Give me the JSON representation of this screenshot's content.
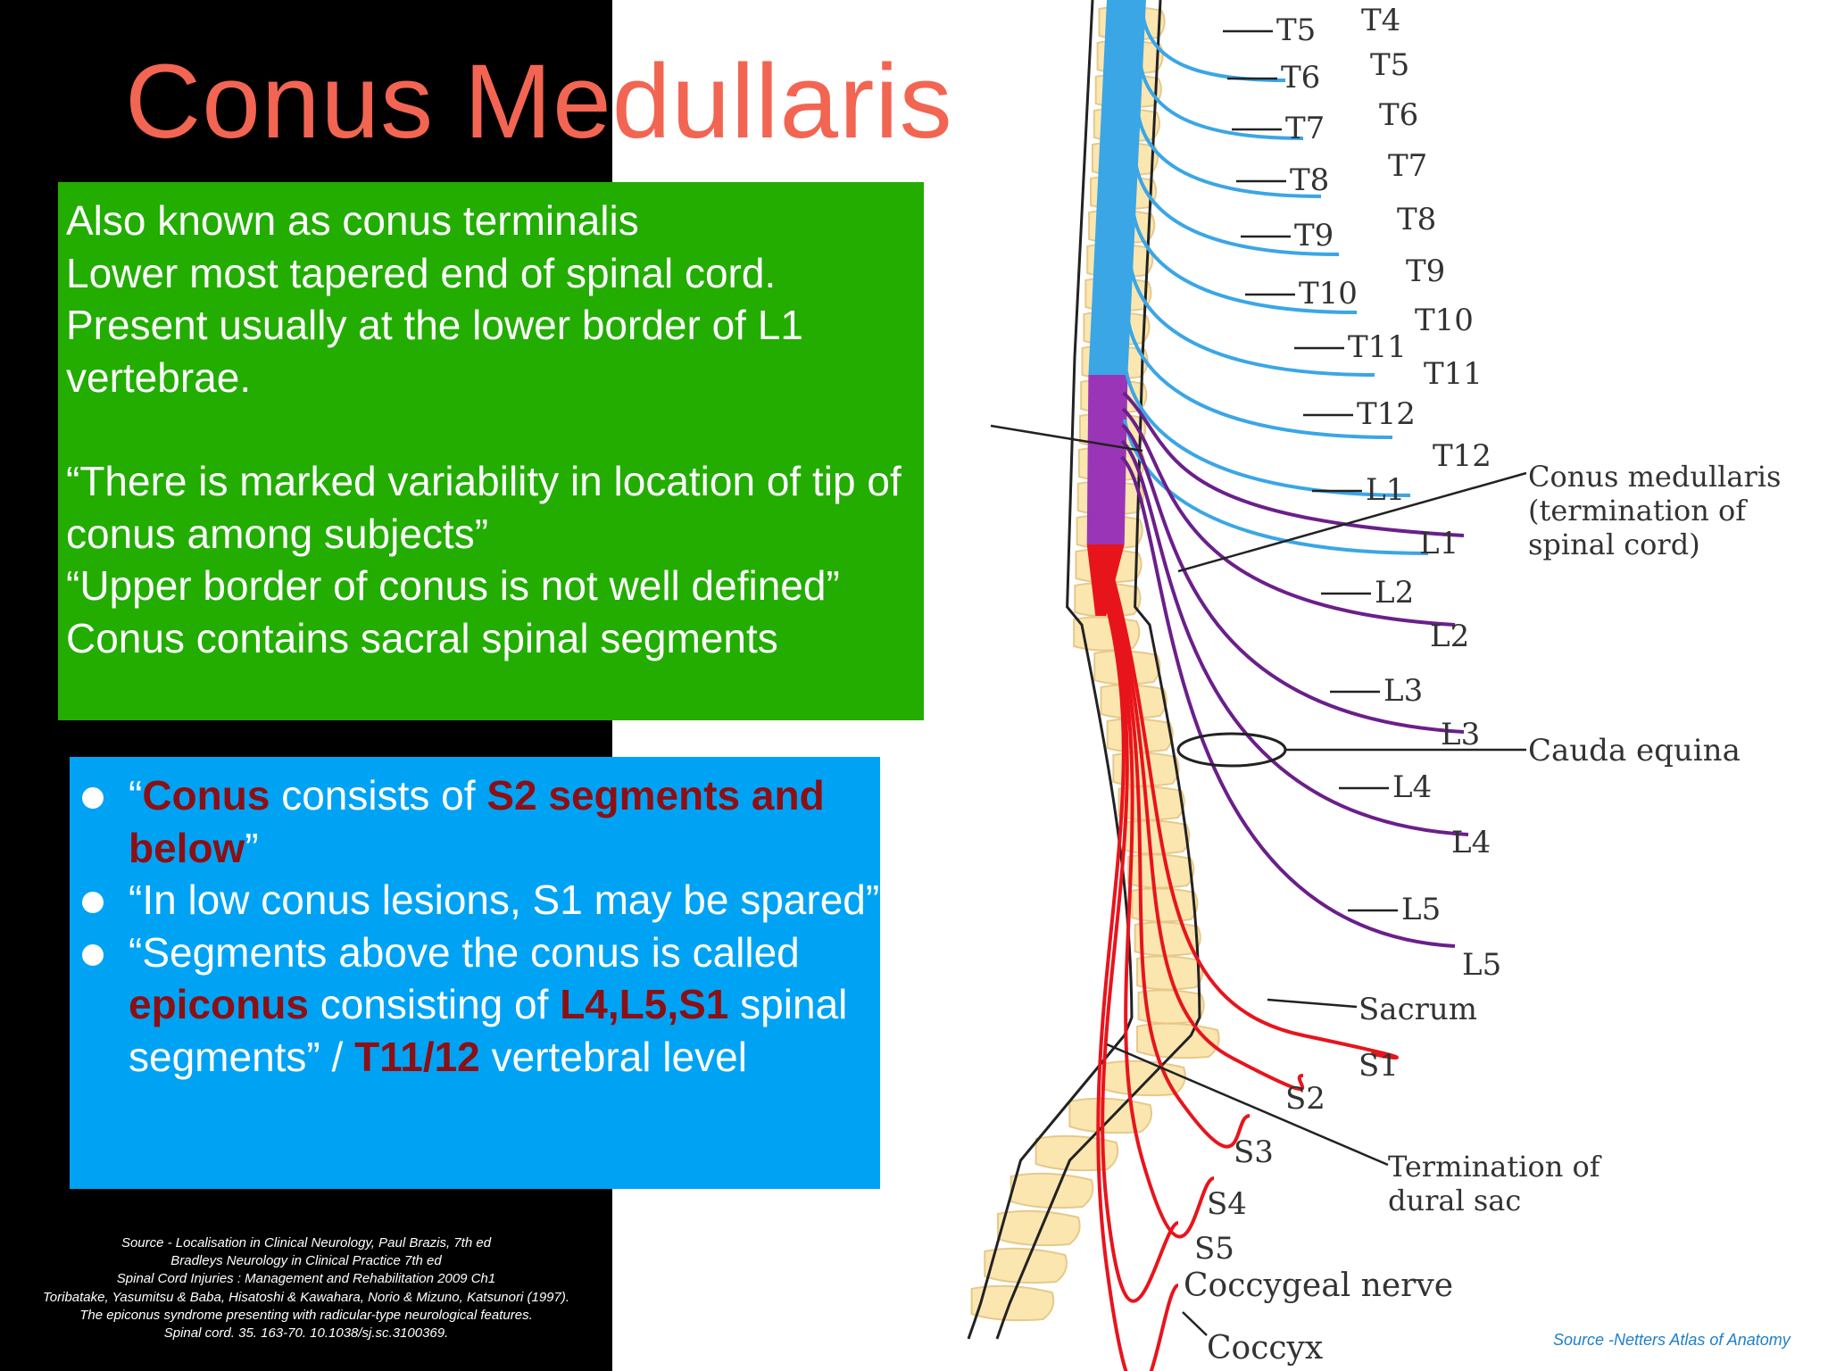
{
  "title": "Conus Medullaris",
  "green_box": {
    "lines": [
      "Also known as conus terminalis",
      "Lower most tapered end of spinal cord.",
      "Present usually at the lower border of L1 vertebrae.",
      "“There is marked variability in location of tip of conus among subjects”",
      "“Upper border of conus is not well defined”",
      "Conus contains sacral spinal segments"
    ]
  },
  "blue_box": {
    "b1_open": "“",
    "b1_conus": "Conus",
    "b1_mid": " consists of ",
    "b1_seg": "S2 segments and below",
    "b1_close": "”",
    "b2": "“In low conus lesions, S1 may be spared”",
    "b3_open": "“Segments above the conus is called ",
    "b3_epiconus": "epiconus",
    "b3_mid": " consisting of ",
    "b3_levels": "L4,L5,S1",
    "b3_mid2": " spinal segments” / ",
    "b3_vert": "T11/12",
    "b3_end": " vertebral level"
  },
  "sources": [
    "Source - Localisation in Clinical Neurology, Paul Brazis, 7th ed",
    "Bradleys Neurology in Clinical Practice 7th ed",
    "Spinal Cord Injuries : Management and Rehabilitation 2009 Ch1",
    "Toribatake, Yasumitsu & Baba, Hisatoshi & Kawahara, Norio & Mizuno, Katsunori (1997).",
    "The epiconus syndrome presenting with radicular-type neurological features.",
    "Spinal cord. 35. 163-70. 10.1038/sj.sc.3100369."
  ],
  "netter_source": "Source -Netters Atlas of Anatomy",
  "diagram": {
    "inner_labels": [
      "T5",
      "T6",
      "T7",
      "T8",
      "T9",
      "T10",
      "T11",
      "T12",
      "L1",
      "L2",
      "L3",
      "L4",
      "L5",
      "Sacrum",
      "S1",
      "S2",
      "S3",
      "S4",
      "S5",
      "Coccygeal nerve",
      "Coccyx"
    ],
    "outer_labels": [
      "T4",
      "T5",
      "T6",
      "T7",
      "T8",
      "T9",
      "T10",
      "T11",
      "T12",
      "L1",
      "L2",
      "L3",
      "L4",
      "L5"
    ],
    "conus_label_lines": [
      "Conus medullaris",
      "(termination of",
      "spinal cord)"
    ],
    "cauda_label": "Cauda equina",
    "dural_label_lines": [
      "Termination of",
      "dural sac"
    ]
  },
  "colors": {
    "title": "#f26552",
    "green_box": "#22ad00",
    "blue_box": "#00a3f3",
    "highlight": "#8b0f14",
    "thoracic_roots": "#3aa6e6",
    "lumbar_roots": "#6b1f8a",
    "sacral_roots": "#e8141c",
    "vertebra": "#fbe6b0"
  }
}
